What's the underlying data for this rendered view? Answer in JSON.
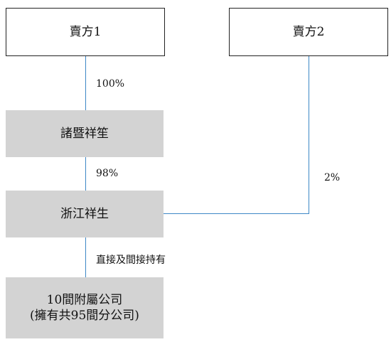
{
  "nodes": {
    "seller1": "賣方1",
    "seller2": "賣方2",
    "zhuji": "諸暨祥笙",
    "zhejiang": "浙江祥生",
    "subsidiaries_line1": "10間附屬公司",
    "subsidiaries_line2": "(擁有共95間分公司)"
  },
  "edges": {
    "seller1_to_zhuji": "100%",
    "zhuji_to_zhejiang": "98%",
    "seller2_to_zhejiang": "2%",
    "zhejiang_to_subsidiaries": "直接及間接持有"
  },
  "colors": {
    "connector": "#3d87c6",
    "filled_box": "#d3d3d3",
    "outline_box_border": "#222222"
  }
}
